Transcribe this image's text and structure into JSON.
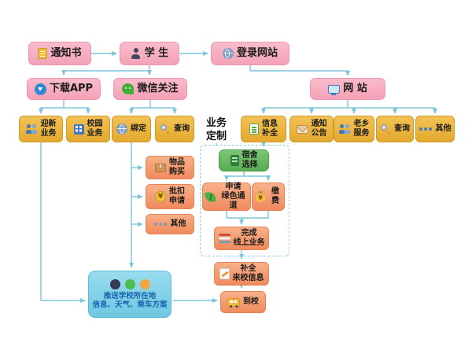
{
  "colors": {
    "pink_box": "#f4a2b7",
    "gold_box": "#e3a92e",
    "orange_box": "#f08a5e",
    "green_box": "#58ad53",
    "blue_panel": "#6fc7e2",
    "arrow": "#7cc5da",
    "dashed_border": "#8fcfdf",
    "text": "#1b1b1b",
    "panel_text": "#1664ae"
  },
  "nodes": {
    "notice": {
      "label": "通知书",
      "icon": "document-icon"
    },
    "student": {
      "label": "学 生",
      "icon": "student-icon"
    },
    "login_site": {
      "label": "登录网站",
      "icon": "globe-icon"
    },
    "download_app": {
      "label": "下载APP",
      "icon": "app-download-icon"
    },
    "wechat_follow": {
      "label": "微信关注",
      "icon": "wechat-icon"
    },
    "website": {
      "label": "网 站",
      "icon": "monitor-icon"
    },
    "welcome_biz": {
      "label": "迎新\n业务",
      "icon": "people-icon"
    },
    "campus_biz": {
      "label": "校园\n业务",
      "icon": "campus-icon"
    },
    "bind": {
      "label": "绑定",
      "icon": "globe-icon"
    },
    "query_wechat": {
      "label": "查询",
      "icon": "search-icon"
    },
    "biz_custom": {
      "label": "业务\n定制"
    },
    "info_complete": {
      "label": "信息\n补全",
      "icon": "form-icon"
    },
    "announcements": {
      "label": "通知\n公告",
      "icon": "mail-icon"
    },
    "hometown_service": {
      "label": "老乡\n服务",
      "icon": "people-icon"
    },
    "query_site": {
      "label": "查询",
      "icon": "search-icon"
    },
    "other_site": {
      "label": "其他",
      "icon": "dots-icon"
    },
    "goods_purchase": {
      "label": "物品\n购买",
      "icon": "package-icon"
    },
    "deduction_apply": {
      "label": "批扣\n申请",
      "icon": "coin-icon"
    },
    "other_wechat": {
      "label": "其他",
      "icon": "dots-icon"
    },
    "dorm_select": {
      "label": "宿舍\n选择",
      "icon": "cabinet-icon"
    },
    "green_channel": {
      "label": "申请\n绿色通道",
      "icon": "leaf-icon"
    },
    "pay_fee": {
      "label": "缴费",
      "icon": "moneybag-icon"
    },
    "complete_online": {
      "label": "完成\n线上业务",
      "icon": "books-icon"
    },
    "complete_arrival_info": {
      "label": "补全\n来校信息",
      "icon": "pencil-icon"
    },
    "arrive_school": {
      "label": "到校",
      "icon": "bus-icon"
    },
    "push_info": {
      "label": "推送学校所在地\n信息、天气、乘车方案",
      "icons": [
        "app-icon-dark",
        "app-icon-green",
        "app-icon-orange"
      ]
    }
  },
  "edges": [
    {
      "from": "通知书",
      "to": "学生"
    },
    {
      "from": "学生",
      "to": "登录网站"
    },
    {
      "from": "学生",
      "to": "下载APP"
    },
    {
      "from": "学生",
      "to": "微信关注"
    },
    {
      "from": "登录网站",
      "to": "网站"
    },
    {
      "from": "下载APP",
      "to": "迎新业务"
    },
    {
      "from": "下载APP",
      "to": "校园业务"
    },
    {
      "from": "微信关注",
      "to": "绑定"
    },
    {
      "from": "微信关注",
      "to": "查询"
    },
    {
      "from": "网站",
      "to": "信息补全"
    },
    {
      "from": "网站",
      "to": "通知公告"
    },
    {
      "from": "网站",
      "to": "老乡服务"
    },
    {
      "from": "网站",
      "to": "查询"
    },
    {
      "from": "网站",
      "to": "其他"
    },
    {
      "from": "绑定",
      "to": "物品购买"
    },
    {
      "from": "绑定",
      "to": "批扣申请"
    },
    {
      "from": "绑定",
      "to": "其他"
    },
    {
      "from": "绑定",
      "to": "推送学校所在地信息、天气、乘车方案"
    },
    {
      "from": "迎新业务",
      "to": "推送学校所在地信息、天气、乘车方案"
    },
    {
      "from": "信息补全",
      "to": "宿舍选择"
    },
    {
      "from": "业务定制",
      "to": "宿舍选择"
    },
    {
      "from": "宿舍选择",
      "to": "申请绿色通道"
    },
    {
      "from": "宿舍选择",
      "to": "缴费"
    },
    {
      "from": "申请绿色通道",
      "to": "完成线上业务"
    },
    {
      "from": "缴费",
      "to": "完成线上业务"
    },
    {
      "from": "完成线上业务",
      "to": "补全来校信息"
    },
    {
      "from": "补全来校信息",
      "to": "到校"
    },
    {
      "from": "推送学校所在地信息、天气、乘车方案",
      "to": "到校"
    }
  ]
}
